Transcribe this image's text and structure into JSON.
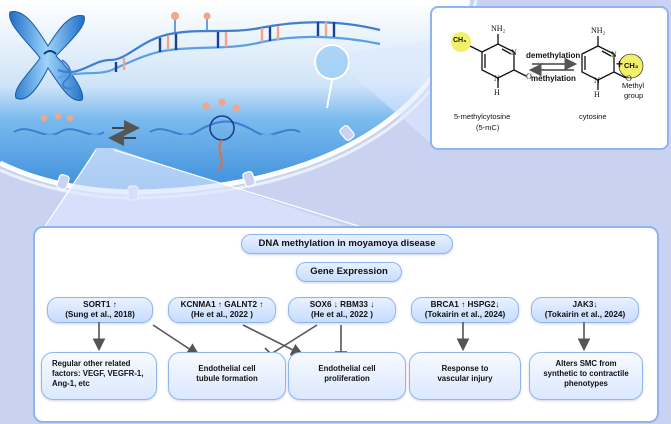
{
  "methylation_panel": {
    "left_molecule_name": "5-methylcytosine",
    "left_molecule_abbr": "(5-mC)",
    "right_molecule_name": "cytosine",
    "plus": "+",
    "methyl_label_line1": "Methyl",
    "methyl_label_line2": "group",
    "arrow_top_label": "demethylation",
    "arrow_bottom_label": "methylation",
    "atom_nh2": "NH₂",
    "atom_ch3": "CH₃",
    "atom_n": "N",
    "atom_o": "O",
    "atom_h": "H"
  },
  "main_panel": {
    "title": "DNA methylation in moyamoya disease",
    "subtitle": "Gene Expression",
    "genes": [
      {
        "line1": "SORT1 ↑",
        "line2": "(Sung et al., 2018)"
      },
      {
        "line1": "KCNMA1 ↑  GALNT2 ↑",
        "line2": "(He et al., 2022 )"
      },
      {
        "line1": "SOX6 ↓   RBM33 ↓",
        "line2": "(He et al., 2022 )"
      },
      {
        "line1": "BRCA1 ↑  HSPG2↓",
        "line2": "(Tokairin et al., 2024)"
      },
      {
        "line1": "JAK3↓",
        "line2": "(Tokairin et al., 2024)"
      }
    ],
    "outcomes": [
      {
        "line1": "Regular other related",
        "line2": "factors: VEGF, VEGFR-1,",
        "line3": "Ang-1, etc"
      },
      {
        "line1": "Endothelial cell",
        "line2": "tubule formation",
        "line3": ""
      },
      {
        "line1": "Endothelial cell",
        "line2": "proliferation",
        "line3": ""
      },
      {
        "line1": "Response to",
        "line2": "vascular injury",
        "line3": ""
      },
      {
        "line1": "Alters SMC from",
        "line2": "synthetic to contractile",
        "line3": "phenotypes"
      }
    ]
  },
  "colors": {
    "background": "#c9d3f1",
    "cell_fill": "#5aa7e6",
    "dna_strand": "#3f7fd0",
    "methyl_dot": "#f3a48a",
    "ch3_highlight": "#f2ef6a",
    "box_border": "#8fb4ef"
  }
}
